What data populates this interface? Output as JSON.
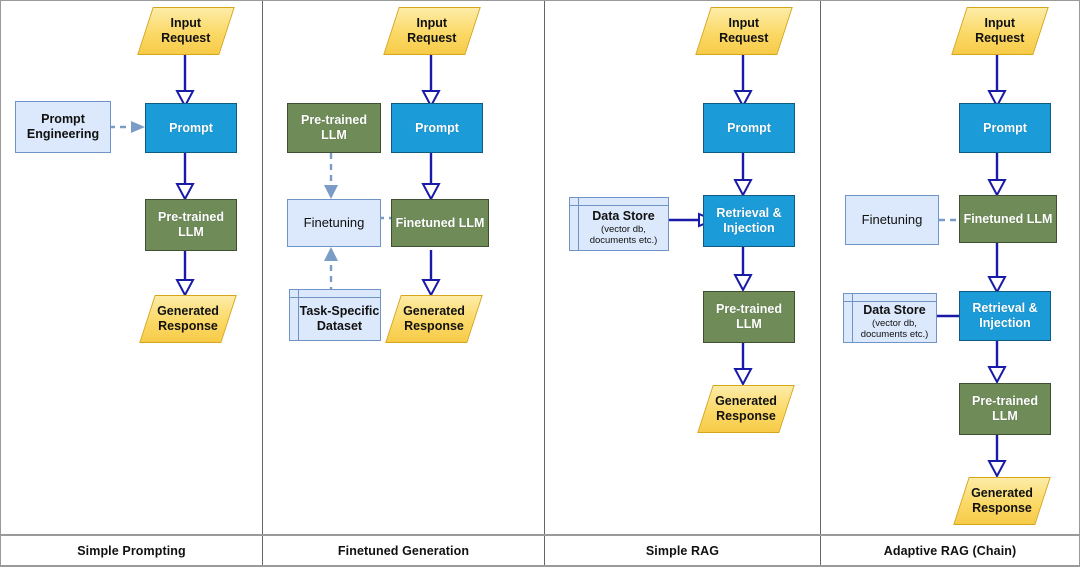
{
  "diagram": {
    "title": "LLM Generation Patterns",
    "colors": {
      "prompt_blue": "#1B9BD8",
      "model_green": "#6E8B58",
      "helper_light_blue": "#DCE8FB",
      "helper_border_blue": "#7093C6",
      "io_yellow": "#FBD966",
      "io_border": "#D6A518",
      "solid_arrow": "#1A1AA8",
      "dashed_arrow": "#7A9CC6",
      "panel_divider": "#666666"
    }
  },
  "panels": [
    {
      "id": "simple-prompting",
      "caption": "Simple Prompting",
      "nodes": {
        "input_request": "Input\nRequest",
        "prompt_engineering": "Prompt\nEngineering",
        "prompt": "Prompt",
        "pretrained_llm": "Pre-trained\nLLM",
        "generated_response": "Generated\nResponse"
      }
    },
    {
      "id": "finetuned-generation",
      "caption": "Finetuned Generation",
      "nodes": {
        "input_request": "Input\nRequest",
        "pretrained_llm": "Pre-trained\nLLM",
        "prompt": "Prompt",
        "finetuning": "Finetuning",
        "finetuned_llm": "Finetuned LLM",
        "task_specific_dataset": "Task-Specific\nDataset",
        "generated_response": "Generated\nResponse"
      }
    },
    {
      "id": "simple-rag",
      "caption": "Simple RAG",
      "nodes": {
        "input_request": "Input\nRequest",
        "prompt": "Prompt",
        "data_store_title": "Data Store",
        "data_store_sub_1": "(vector db,",
        "data_store_sub_2": "documents etc.)",
        "retrieval_injection": "Retrieval &\nInjection",
        "pretrained_llm": "Pre-trained\nLLM",
        "generated_response": "Generated\nResponse"
      }
    },
    {
      "id": "adaptive-rag-chain",
      "caption": "Adaptive RAG (Chain)",
      "nodes": {
        "input_request": "Input\nRequest",
        "prompt": "Prompt",
        "finetuning": "Finetuning",
        "finetuned_llm": "Finetuned LLM",
        "data_store_title": "Data Store",
        "data_store_sub_1": "(vector db,",
        "data_store_sub_2": "documents etc.)",
        "retrieval_injection": "Retrieval &\nInjection",
        "pretrained_llm": "Pre-trained\nLLM",
        "generated_response": "Generated\nResponse"
      }
    }
  ]
}
